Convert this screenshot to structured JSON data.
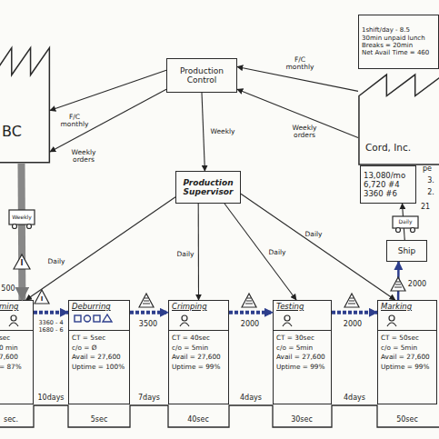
{
  "diagram": {
    "nodes": [
      {
        "text": [
          "BC"
        ]
      },
      {
        "text": [
          "Production Control"
        ]
      },
      {
        "text": [
          "Cord, Inc."
        ]
      },
      {
        "text": [
          "1shift/day - 8.5",
          "30min unpaid lunch",
          "Breaks = 20min",
          "Net Avail Time = 460"
        ]
      },
      {
        "text": [
          "13,080/mo",
          "6,720 #4",
          "3360 #6"
        ]
      },
      {
        "text": [
          "Production Supervisor"
        ]
      },
      {
        "text": [
          "Ship"
        ]
      },
      {
        "text": [
          "ming",
          "sec",
          "0 min",
          "7,600",
          "= 87%"
        ]
      },
      {
        "text": [
          "Deburring",
          "CT = 5sec",
          "c/o = Ø",
          "Avail = 27,600",
          "Uptime = 100%"
        ]
      },
      {
        "text": [
          "Crimping",
          "CT = 40sec",
          "c/o = 5min",
          "Avail = 27,600",
          "Uptime = 99%"
        ]
      },
      {
        "text": [
          "Testing",
          "CT = 30sec",
          "c/o = 5min",
          "Avail = 27,600",
          "Uptime = 99%"
        ]
      },
      {
        "text": [
          "Marking",
          "CT = 50sec",
          "c/o = 5min",
          "Avail = 27,600",
          "Uptime = 99%"
        ]
      }
    ],
    "edges": [
      {
        "from": 1,
        "to": 0,
        "label": "F/C monthly",
        "arrow": "to"
      },
      {
        "from": 1,
        "to": 0,
        "label": "Weekly orders",
        "arrow": "to"
      },
      {
        "from": 2,
        "to": 1,
        "label": "F/C monthly",
        "arrow": "to"
      },
      {
        "from": 2,
        "to": 1,
        "label": "Weekly orders",
        "arrow": "to"
      },
      {
        "from": 1,
        "to": 5,
        "label": "Weekly",
        "arrow": "to"
      },
      {
        "from": 5,
        "to": 7,
        "label": "Daily",
        "arrow": "to"
      },
      {
        "from": 5,
        "to": 9,
        "label": "Daily",
        "arrow": "to"
      },
      {
        "from": 5,
        "to": 10,
        "label": "Daily",
        "arrow": "to"
      },
      {
        "from": 5,
        "to": 11,
        "label": "Daily",
        "arrow": "to"
      },
      {
        "from": 0,
        "to": 7,
        "label": "Weekly",
        "arrow": "to"
      },
      {
        "from": 7,
        "to": 8,
        "arrow": "to"
      },
      {
        "from": 8,
        "to": 9,
        "arrow": "to"
      },
      {
        "from": 9,
        "to": 10,
        "arrow": "to"
      },
      {
        "from": 10,
        "to": 11,
        "arrow": "to"
      },
      {
        "from": 11,
        "to": 6,
        "arrow": "to"
      },
      {
        "from": 6,
        "to": 4,
        "label": "Daily",
        "arrow": "to"
      }
    ],
    "labels": [
      "I",
      "500",
      "I",
      "3360 - 4",
      "1680 - 6",
      "3500",
      "2000",
      "2000",
      "2000",
      "sec.",
      "10days",
      "5sec",
      "7days",
      "40sec",
      "4days",
      "30sec",
      "4days",
      "50sec",
      "pe",
      "3.",
      "2.",
      "21"
    ]
  }
}
